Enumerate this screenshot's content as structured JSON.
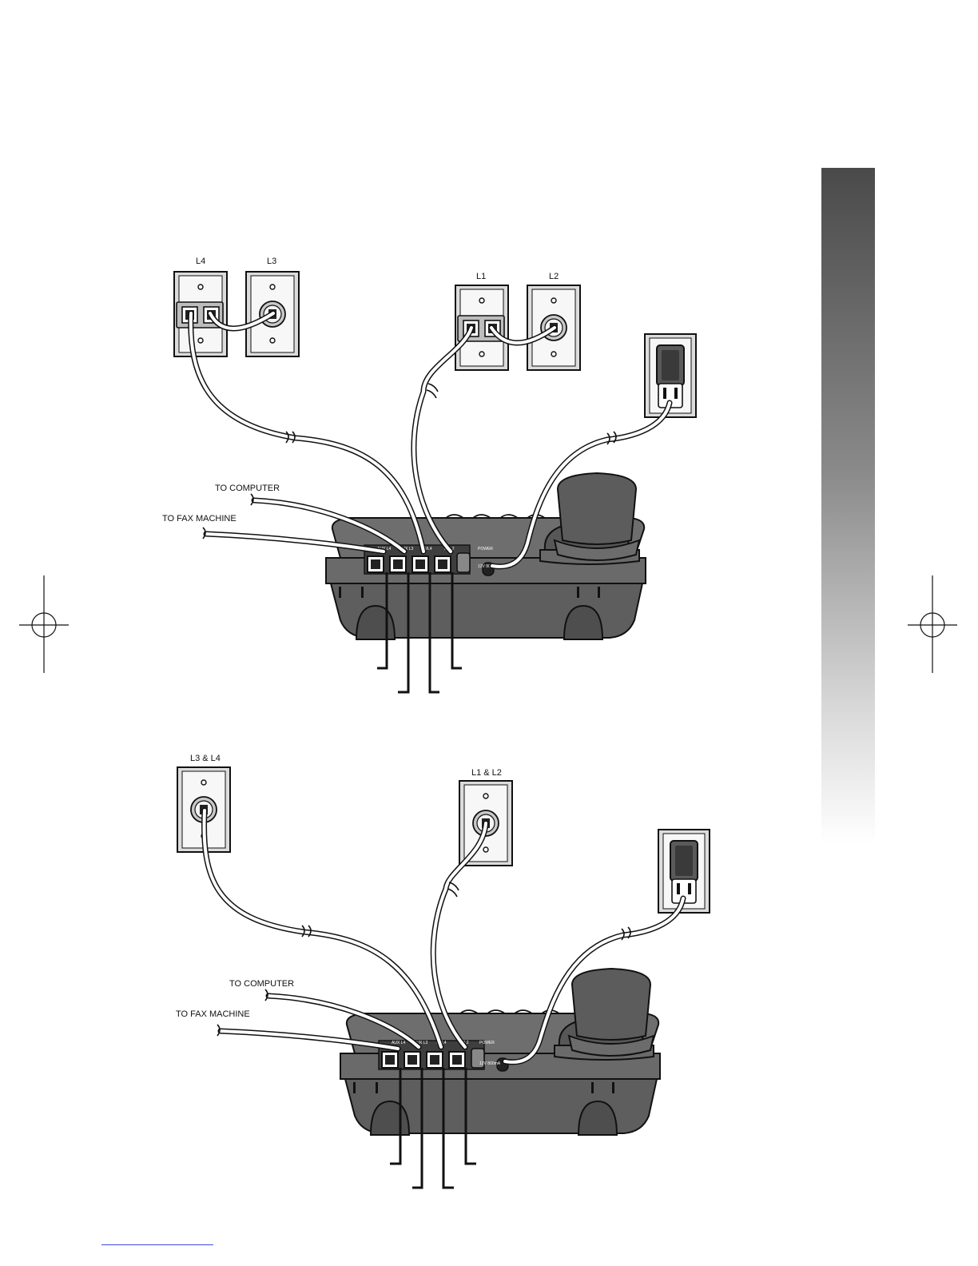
{
  "diagram_top": {
    "jack_labels": [
      "L4",
      "L3",
      "L1",
      "L2"
    ],
    "to_computer": "TO COMPUTER",
    "to_fax": "TO FAX MACHINE",
    "port_labels": [
      "AUX L4",
      "AUX L3",
      "L3/L4",
      "L1/L2",
      "POWER"
    ],
    "adapter_rating": "12V 800mA"
  },
  "diagram_bottom": {
    "jack_labels": [
      "L3 & L4",
      "L1 & L2"
    ],
    "to_computer": "TO COMPUTER",
    "to_fax": "TO FAX MACHINE",
    "port_labels": [
      "AUX L4",
      "AUX L3",
      "L3/L4",
      "L1/L2",
      "POWER"
    ],
    "adapter_rating": "12V 800mA"
  },
  "colors": {
    "base_dark": "#585858",
    "base_mid": "#6e6e6e",
    "cord": "#ffffff",
    "outline": "#111111"
  }
}
